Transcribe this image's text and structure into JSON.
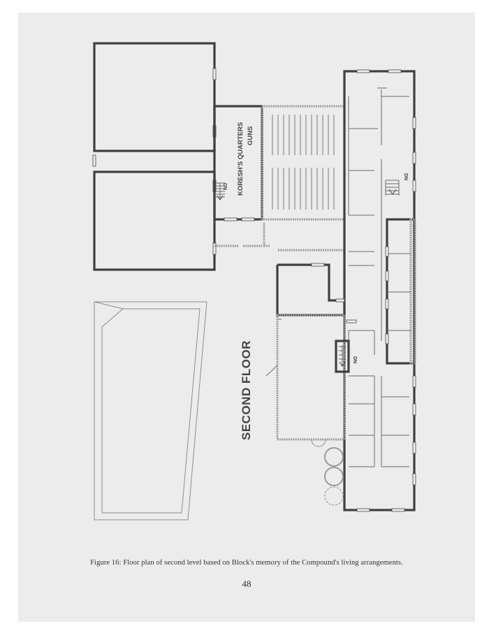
{
  "plan": {
    "floor_label": "SECOND FLOOR",
    "room_label_quarters": "KORESH'S QUARTERS",
    "room_label_guns": "GUNS",
    "stair_label": "DN"
  },
  "caption": "Figure 16: Floor plan of second level based on Block's memory of the Compound's living arrangements.",
  "page_number": "48"
}
